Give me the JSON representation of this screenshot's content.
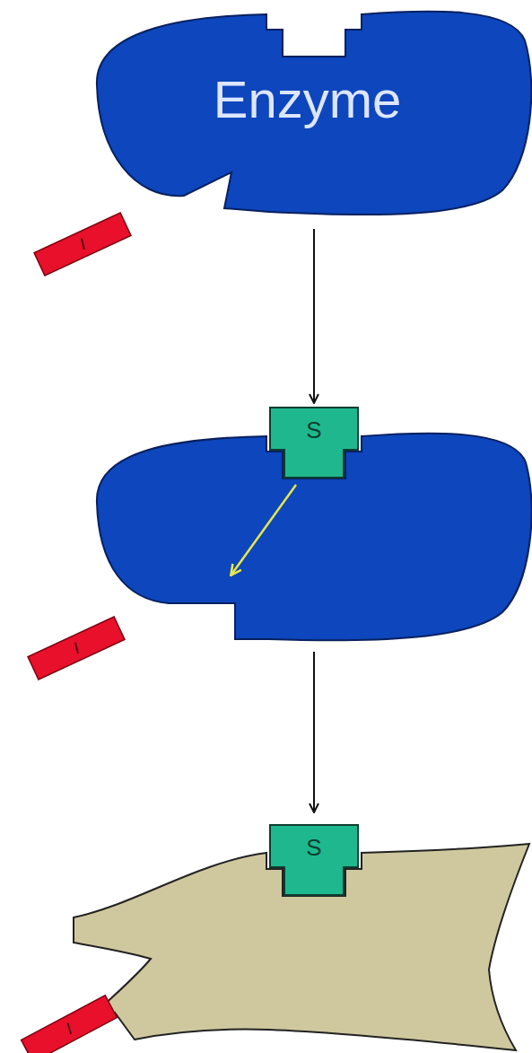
{
  "diagram": {
    "nodes": [
      {
        "text": [
          "Enzyme"
        ]
      },
      {
        "text": [
          "I"
        ]
      },
      {
        "text": [
          "S"
        ]
      },
      {
        "text": [
          "I"
        ]
      },
      {
        "text": [
          "S"
        ]
      },
      {
        "text": [
          "I"
        ]
      }
    ],
    "edges": [
      {
        "from": 0,
        "to": 2,
        "arrow": "to"
      }
    ]
  }
}
